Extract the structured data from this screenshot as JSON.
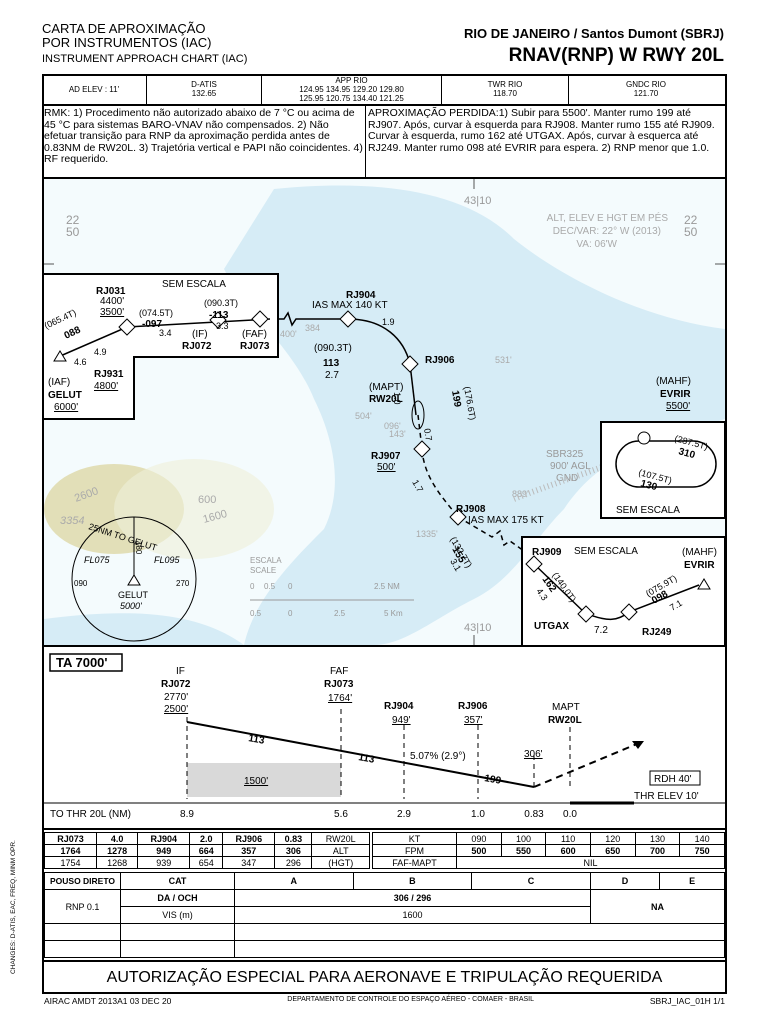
{
  "header": {
    "title_l1": "CARTA DE APROXIMAÇÃO",
    "title_l2": "POR INSTRUMENTOS (IAC)",
    "title_l3": "INSTRUMENT APPROACH CHART (IAC)",
    "airport": "RIO DE JANEIRO / Santos Dumont (SBRJ)",
    "procedure": "RNAV(RNP) W RWY 20L"
  },
  "freqs": {
    "ad_elev": "AD ELEV : 11'",
    "datis_label": "D-ATIS",
    "datis": "132.65",
    "app_label": "APP RIO",
    "app1": "124.95 134.95 129.20 129.80",
    "app2": "125.95 120.75 134.40 121.25",
    "twr_label": "TWR RIO",
    "twr": "118.70",
    "gndc_label": "GNDC RIO",
    "gndc": "121.70"
  },
  "rmk": "RMK: 1) Procedimento não autorizado abaixo de 7 °C ou acima de 45 °C para sistemas BARO-VNAV não compensados. 2) Não efetuar transição para RNP da aproximação perdida antes de 0.83NM de RW20L. 3) Trajetória vertical e PAPI não coincidentes. 4) RF requerido.",
  "missed": "APROXIMAÇÃO PERDIDA:1) Subir para 5500'. Manter rumo 199 até RJ907. Após, curvar à esquerda para RJ908. Manter rumo 155 até RJ909. Curvar à esquerda, rumo 162 até UTGAX. Após, curvar à esquerca até RJ249. Manter rumo 098 até EVRIR para espera. 2) RNP menor  que 1.0.",
  "map": {
    "grid_tl": "22\n50",
    "grid_top": "43|10",
    "grid_bot": "43|10",
    "grid_tr": "22\n50",
    "notes": [
      "ALT, ELEV E HGT EM PÉS",
      "DEC/VAR: 22° W (2013)",
      "VA: 06'W"
    ],
    "sem_escala": "SEM ESCALA",
    "rj031": "RJ031",
    "rj031_alt1": "4400'",
    "rj031_alt2": "3500'",
    "c065": "(065.4T)",
    "c088": "088",
    "c074": "(074.5T)",
    "c097": "-097",
    "c090": "(090.3T)",
    "c113": "-113",
    "d46": "4.6",
    "d49": "4.9",
    "d34": "3.4",
    "d33": "3.3",
    "if_lbl": "(IF)",
    "rj072": "RJ072",
    "faf_lbl": "(FAF)",
    "rj073": "RJ073",
    "rj931": "RJ931",
    "rj931_alt": "4800'",
    "iaf": "(IAF)",
    "gelut": "GELUT",
    "gelut_alt": "6000'",
    "rj904": "RJ904",
    "ias140": "IAS MAX 140 KT",
    "d19": "1.9",
    "c090b": "(090.3T)",
    "c113b": "113",
    "d27": "2.7",
    "rj906": "RJ906",
    "mapt": "(MAPT)",
    "rw20l": "RW20L",
    "c1766": "(176.6T)",
    "c199": "199",
    "d10": "1.0",
    "d07": "0.7",
    "rj907": "RJ907",
    "rj907_alt": "500'",
    "d17": "1.7",
    "rj908": "RJ908",
    "ias175": "IAS MAX 175 KT",
    "c1327": "(132.7T)",
    "c155": "155",
    "d31": "3.1",
    "mahf1": "(MAHF)",
    "evrir1": "EVRIR",
    "evrir1_alt": "5500'",
    "c2875": "(287.5T)",
    "c310": "310",
    "c1075": "(107.5T)",
    "c130": "130",
    "sem_escala2": "SEM ESCALA",
    "sbr325": "SBR325",
    "agl": "900' AGL",
    "gnd": "GND",
    "sem_escala3": "SEM ESCALA",
    "rj909": "RJ909",
    "mahf2": "(MAHF)",
    "evrir2": "EVRIR",
    "c1401": "(140.0T)",
    "c162": "162",
    "d43": "4.3",
    "c0759": "(075.9T)",
    "c098": "098",
    "d71": "7.1",
    "d72": "7.2",
    "utgax": "UTGAX",
    "rj249": "RJ249",
    "taa_25nm": "25NM  TO  GELUT",
    "fl075": "FL075",
    "fl095": "FL095",
    "b180": "180",
    "b090": "090",
    "b270": "270",
    "gelut_c": "GELUT",
    "gelut_c_alt": "5000'",
    "escala": "ESCALA",
    "scale": "SCALE",
    "nm_ticks": [
      "0",
      "0.5",
      "0",
      "2.5 NM"
    ],
    "km_ticks": [
      "0.5",
      "0",
      "2.5",
      "5 Km"
    ],
    "obst": [
      "400'",
      "384",
      "531'",
      "504'",
      "096'",
      "143'",
      "889'",
      "1335'"
    ],
    "terrain": [
      "2600",
      "3354",
      "600",
      "1600"
    ]
  },
  "profile": {
    "ta": "TA 7000'",
    "if": "IF",
    "rj072": "RJ072",
    "rj072_a1": "2770'",
    "rj072_a2": "2500'",
    "faf": "FAF",
    "rj073": "RJ073",
    "rj073_a": "1764'",
    "rj904": "RJ904",
    "rj904_a": "949'",
    "rj906": "RJ906",
    "rj906_a": "357'",
    "mapt": "MAPT",
    "rw20l": "RW20L",
    "c113a": "113",
    "c113b": "113",
    "c199": "199",
    "gpa": "5.07% (2.9°)",
    "h306": "306'",
    "h1500": "1500'",
    "rdh": "RDH 40'",
    "thr": "THR ELEV 10'",
    "to_thr": "TO THR 20L (NM)",
    "dists": [
      "8.9",
      "5.6",
      "2.9",
      "1.0",
      "0.83",
      "0.0"
    ]
  },
  "alt_table": {
    "rows": [
      [
        "RJ073",
        "4.0",
        "RJ904",
        "2.0",
        "RJ906",
        "0.83",
        "RW20L"
      ],
      [
        "1764",
        "1278",
        "949",
        "664",
        "357",
        "306",
        "ALT"
      ],
      [
        "1754",
        "1268",
        "939",
        "654",
        "347",
        "296",
        "(HGT)"
      ]
    ]
  },
  "speed_table": {
    "rows": [
      [
        "KT",
        "090",
        "100",
        "110",
        "120",
        "130",
        "140"
      ],
      [
        "FPM",
        "500",
        "550",
        "600",
        "650",
        "700",
        "750"
      ],
      [
        "FAF-MAPT",
        "NIL"
      ]
    ]
  },
  "minima": {
    "pouso": "POUSO DIRETO",
    "cat": "CAT",
    "a": "A",
    "b": "B",
    "c": "C",
    "d": "D",
    "e": "E",
    "rnp": "RNP 0.1",
    "da": "DA / OCH",
    "vis": "VIS (m)",
    "da_val": "306 / 296",
    "vis_val": "1600",
    "na": "NA"
  },
  "banner": "AUTORIZAÇÃO ESPECIAL PARA AERONAVE E TRIPULAÇÃO REQUERIDA",
  "footer": {
    "airac": "AIRAC AMDT  2013A1  03 DEC 20",
    "dept": "DEPARTAMENTO DE CONTROLE DO ESPAÇO AÉREO - COMAER - BRASIL",
    "code": "SBRJ_IAC_01H 1/1"
  },
  "side": "CHANGES: D-ATIS, EAC, FREQ, MINM OPR."
}
